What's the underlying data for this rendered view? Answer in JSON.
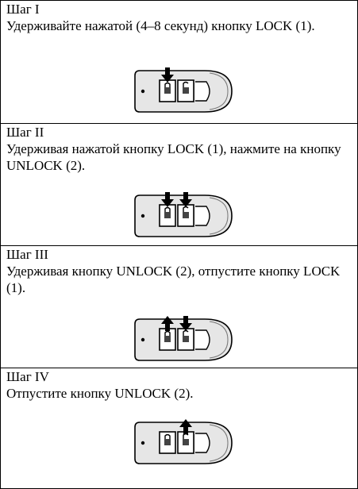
{
  "steps": [
    {
      "title": "Шаг I",
      "text": "Удерживайте нажатой (4–8 секунд) кнопку LOCK (1).",
      "figure": {
        "arrows": [
          "down"
        ],
        "arrow_positions": [
          "button-1"
        ],
        "icons": [
          "key-fob-icon",
          "arrow-down-icon"
        ]
      }
    },
    {
      "title": "Шаг II",
      "text": "Удерживая нажатой кнопку LOCK (1), нажмите на кнопку UNLOCK (2).",
      "figure": {
        "arrows": [
          "down",
          "down"
        ],
        "arrow_positions": [
          "button-1",
          "button-2"
        ],
        "icons": [
          "key-fob-icon",
          "arrow-down-icon"
        ]
      }
    },
    {
      "title": "Шаг III",
      "text": "Удерживая кнопку UNLOCK (2), отпустите кнопку LOCK (1).",
      "figure": {
        "arrows": [
          "up",
          "down"
        ],
        "arrow_positions": [
          "button-1",
          "button-2"
        ],
        "icons": [
          "key-fob-icon",
          "arrow-up-icon",
          "arrow-down-icon"
        ]
      }
    },
    {
      "title": "Шаг IV",
      "text": "Отпустите кнопку UNLOCK (2).",
      "figure": {
        "arrows": [
          "up"
        ],
        "arrow_positions": [
          "button-2"
        ],
        "icons": [
          "key-fob-icon",
          "arrow-up-icon"
        ]
      }
    }
  ]
}
